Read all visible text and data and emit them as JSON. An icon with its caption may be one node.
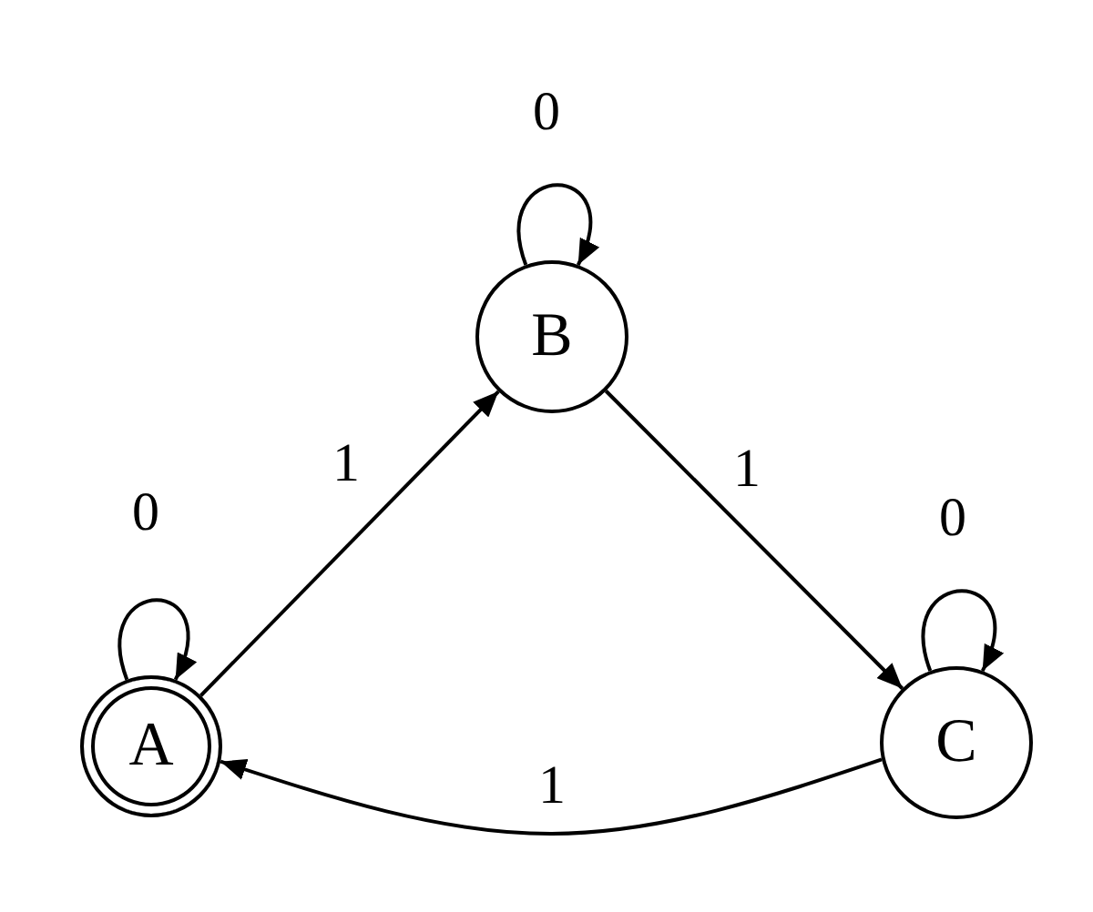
{
  "diagram": {
    "nodes": [
      {
        "text": [
          "B"
        ]
      },
      {
        "text": [
          "A"
        ]
      },
      {
        "text": [
          "C"
        ]
      }
    ],
    "edges": [
      {
        "from": 0,
        "to": 0,
        "label": "0",
        "arrow": "to"
      },
      {
        "from": 1,
        "to": 1,
        "label": "0",
        "arrow": "to"
      },
      {
        "from": 2,
        "to": 2,
        "label": "0",
        "arrow": "to"
      },
      {
        "from": 1,
        "to": 0,
        "label": "1",
        "arrow": "to"
      },
      {
        "from": 0,
        "to": 2,
        "label": "1",
        "arrow": "to"
      },
      {
        "from": 2,
        "to": 1,
        "label": "1",
        "arrow": "to"
      }
    ]
  }
}
